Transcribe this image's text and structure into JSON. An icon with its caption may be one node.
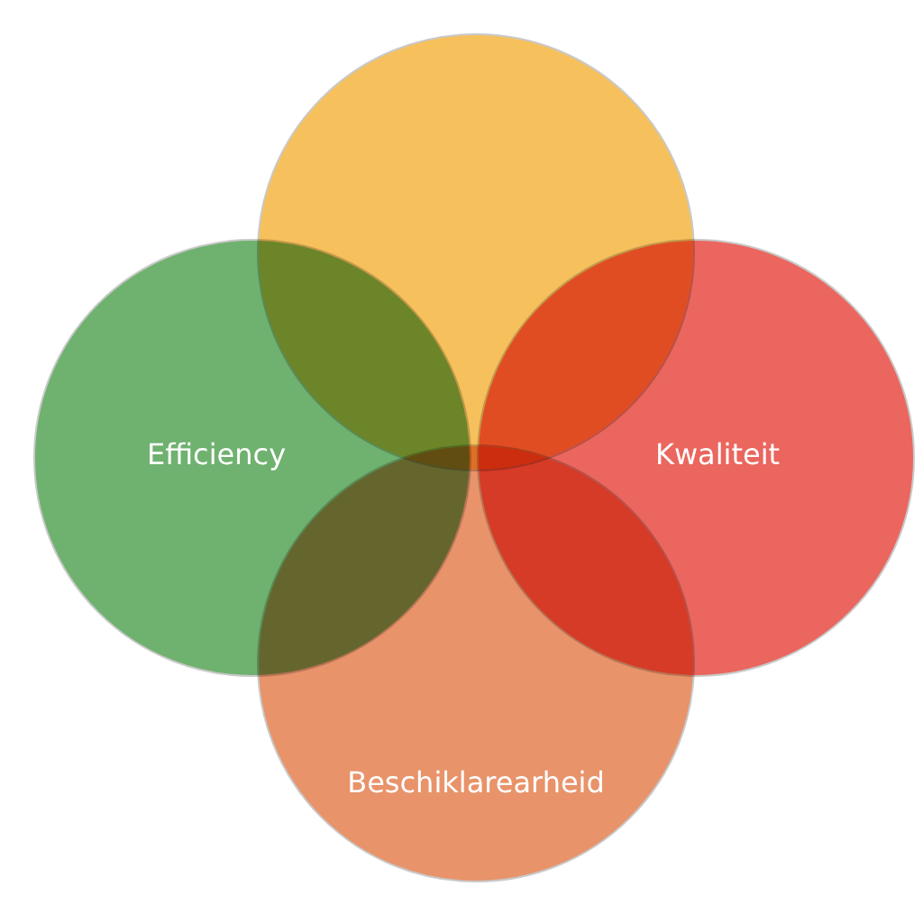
{
  "diagram": {
    "nodes": [
      {
        "text": [],
        "shape": "circle"
      },
      {
        "text": [
          "Efficiency"
        ]
      },
      {
        "text": [
          "Kwaliteit"
        ]
      },
      {
        "text": [
          "Beschiklarearheid"
        ]
      }
    ]
  }
}
